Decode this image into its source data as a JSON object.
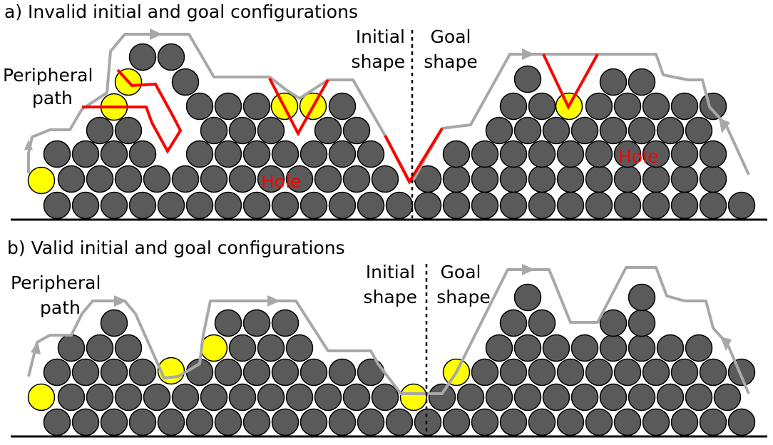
{
  "panel_a": {
    "title": "a) Invalid initial and goal configurations",
    "peripheral_line1": "Peripheral",
    "peripheral_line2": "path",
    "initial_line1": "Initial",
    "initial_line2": "shape",
    "goal_line1": "Goal",
    "goal_line2": "shape",
    "hole_left": "Hole",
    "hole_right": "Hole"
  },
  "panel_b": {
    "title": "b) Valid initial and goal configurations",
    "peripheral_line1": "Peripheral",
    "peripheral_line2": "path",
    "initial_line1": "Initial",
    "initial_line2": "shape",
    "goal_line1": "Goal",
    "goal_line2": "shape"
  },
  "colors": {
    "robot": "#5a5a5a",
    "moving_robot": "#ffff00",
    "path": "#a8a8a8",
    "invalid_path": "#ff0000",
    "hole_label": "#ff0000",
    "text": "#000000"
  }
}
